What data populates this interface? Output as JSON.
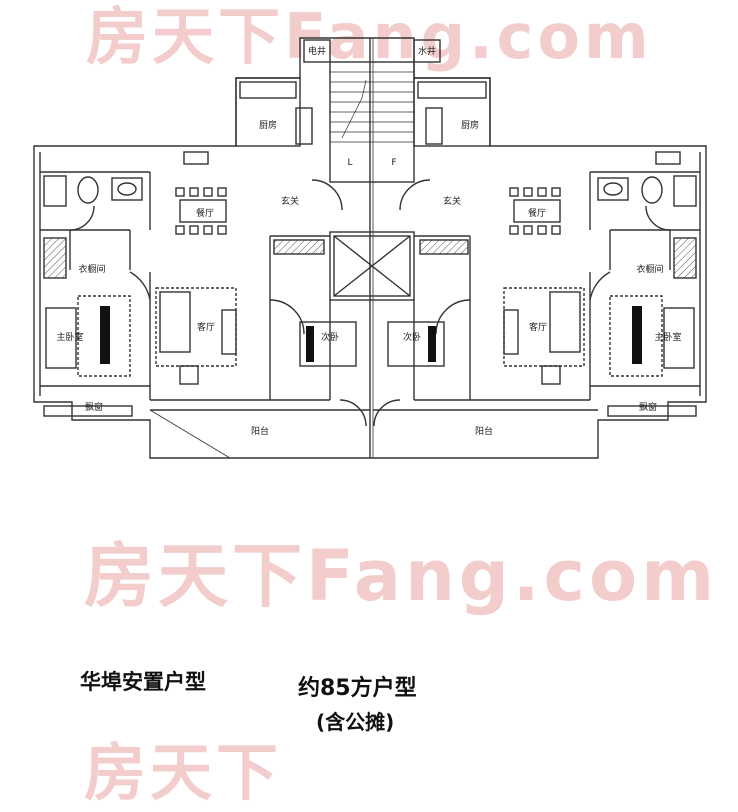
{
  "watermark": {
    "line1": "房天下Fang.com",
    "line2": "房天下Fang.com",
    "line3": "房天下"
  },
  "captions": {
    "project": "华埠安置户型",
    "unit_size": "约85方户型",
    "note": "(含公摊)"
  },
  "rooms": {
    "elec_shaft": "电井",
    "water_shaft": "水井",
    "kitchen_left": "厨房",
    "kitchen_right": "厨房",
    "dining_left": "餐厅",
    "dining_right": "餐厅",
    "entry_left": "玄关",
    "entry_right": "玄关",
    "closet_left": "衣橱间",
    "closet_right": "衣橱间",
    "living_left": "客厅",
    "living_right": "客厅",
    "master_left": "主卧室",
    "master_right": "主卧室",
    "second_left": "次卧",
    "second_right": "次卧",
    "bay_left": "飘窗",
    "bay_right": "飘窗",
    "balcony_left": "阳台",
    "balcony_right": "阳台",
    "stair_l": "L",
    "stair_f": "F"
  },
  "colors": {
    "line": "#333333",
    "watermark": "#f3cccc",
    "fill_dark": "#111111"
  }
}
